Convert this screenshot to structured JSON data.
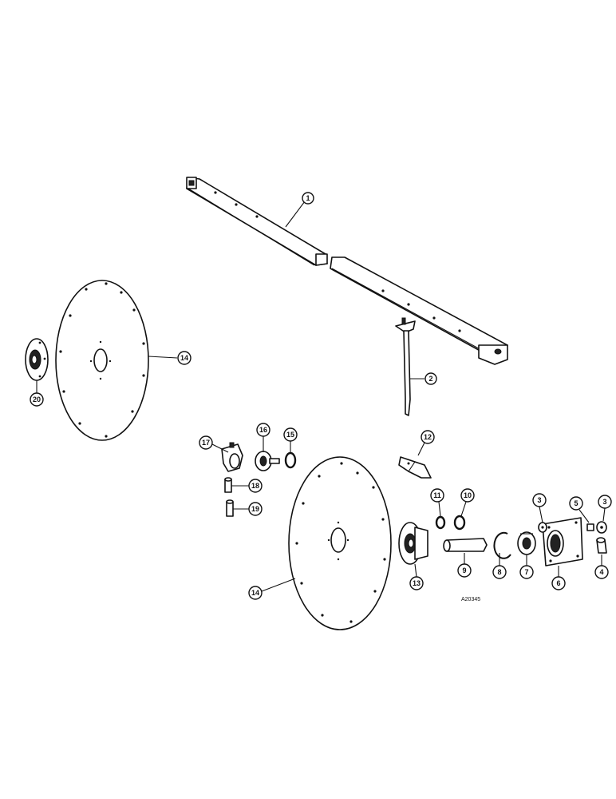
{
  "drawing_number": "A20345",
  "callouts": [
    {
      "id": "c1",
      "label": "1"
    },
    {
      "id": "c2",
      "label": "2"
    },
    {
      "id": "c14a",
      "label": "14"
    },
    {
      "id": "c20",
      "label": "20"
    },
    {
      "id": "c17a",
      "label": "17"
    },
    {
      "id": "c16",
      "label": "16"
    },
    {
      "id": "c15",
      "label": "15"
    },
    {
      "id": "c12",
      "label": "12"
    },
    {
      "id": "c18",
      "label": "18"
    },
    {
      "id": "c19",
      "label": "19"
    },
    {
      "id": "c11",
      "label": "11"
    },
    {
      "id": "c10",
      "label": "10"
    },
    {
      "id": "c3a",
      "label": "3"
    },
    {
      "id": "c5",
      "label": "5"
    },
    {
      "id": "c3b",
      "label": "3"
    },
    {
      "id": "c9",
      "label": "9"
    },
    {
      "id": "c8",
      "label": "8"
    },
    {
      "id": "c7",
      "label": "7"
    },
    {
      "id": "c6",
      "label": "6"
    },
    {
      "id": "c4",
      "label": "4"
    },
    {
      "id": "c13",
      "label": "13"
    },
    {
      "id": "c14b",
      "label": "14"
    }
  ]
}
